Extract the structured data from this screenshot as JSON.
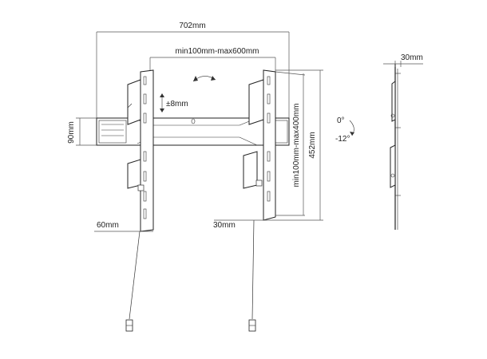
{
  "dimensions": {
    "overall_width": "702mm",
    "vesa_width": "min100mm-max600mm",
    "vertical_adjust": "±8mm",
    "plate_height": "90mm",
    "arm_width_left": "60mm",
    "arm_width_right": "30mm",
    "vesa_height": "min100mm-max400mm",
    "total_height": "452mm",
    "profile_depth": "30mm"
  },
  "tilt": {
    "upper": "0°",
    "lower": "-12°"
  }
}
